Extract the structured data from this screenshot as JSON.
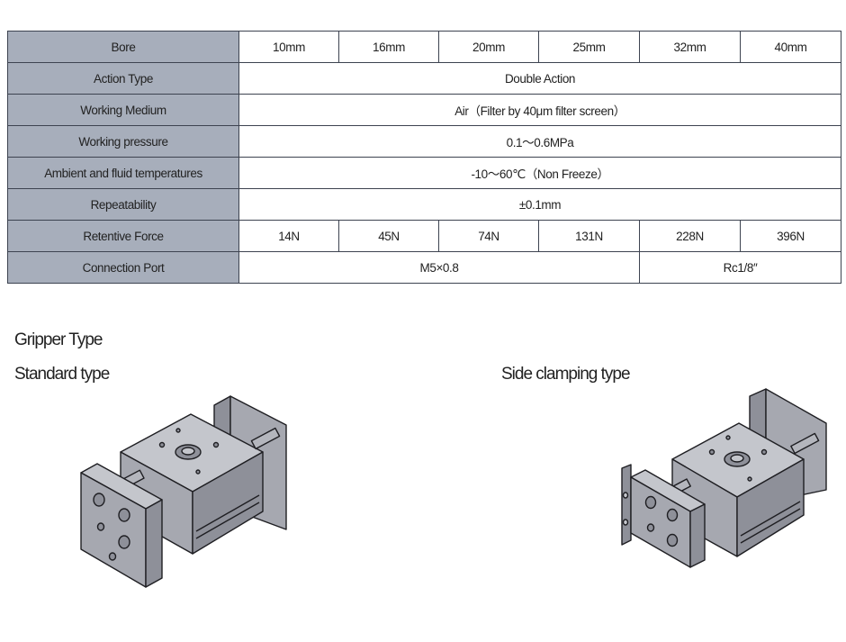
{
  "spec_table": {
    "rows": [
      {
        "label": "Bore",
        "cells": [
          {
            "text": "10mm",
            "span": 1
          },
          {
            "text": "16mm",
            "span": 1
          },
          {
            "text": "20mm",
            "span": 1
          },
          {
            "text": "25mm",
            "span": 1
          },
          {
            "text": "32mm",
            "span": 1
          },
          {
            "text": "40mm",
            "span": 1
          }
        ]
      },
      {
        "label": "Action Type",
        "cells": [
          {
            "text": "Double Action",
            "span": 6
          }
        ]
      },
      {
        "label": "Working Medium",
        "cells": [
          {
            "text": "Air（Filter by 40μm filter screen）",
            "span": 6
          }
        ]
      },
      {
        "label": "Working pressure",
        "cells": [
          {
            "text": "0.1～0.6MPa",
            "span": 6
          }
        ]
      },
      {
        "label": "Ambient and fluid temperatures",
        "cells": [
          {
            "text": "-10～60℃（Non Freeze）",
            "span": 6
          }
        ]
      },
      {
        "label": "Repeatability",
        "cells": [
          {
            "text": "±0.1mm",
            "span": 6
          }
        ]
      },
      {
        "label": "Retentive Force",
        "cells": [
          {
            "text": "14N",
            "span": 1
          },
          {
            "text": "45N",
            "span": 1
          },
          {
            "text": "74N",
            "span": 1
          },
          {
            "text": "131N",
            "span": 1
          },
          {
            "text": "228N",
            "span": 1
          },
          {
            "text": "396N",
            "span": 1
          }
        ]
      },
      {
        "label": "Connection Port",
        "cells": [
          {
            "text": "M5×0.8",
            "span": 4
          },
          {
            "text": "Rc1/8″",
            "span": 2
          }
        ]
      }
    ]
  },
  "section": {
    "title": "Gripper Type",
    "standard_label": "Standard type",
    "side_label": "Side clamping type"
  },
  "colors": {
    "header_fill": "#a7aebb",
    "body_fill": "#a6a8b0",
    "top_fill": "#c4c6cc",
    "dark_fill": "#8e9099",
    "outline": "#1e1e22"
  }
}
